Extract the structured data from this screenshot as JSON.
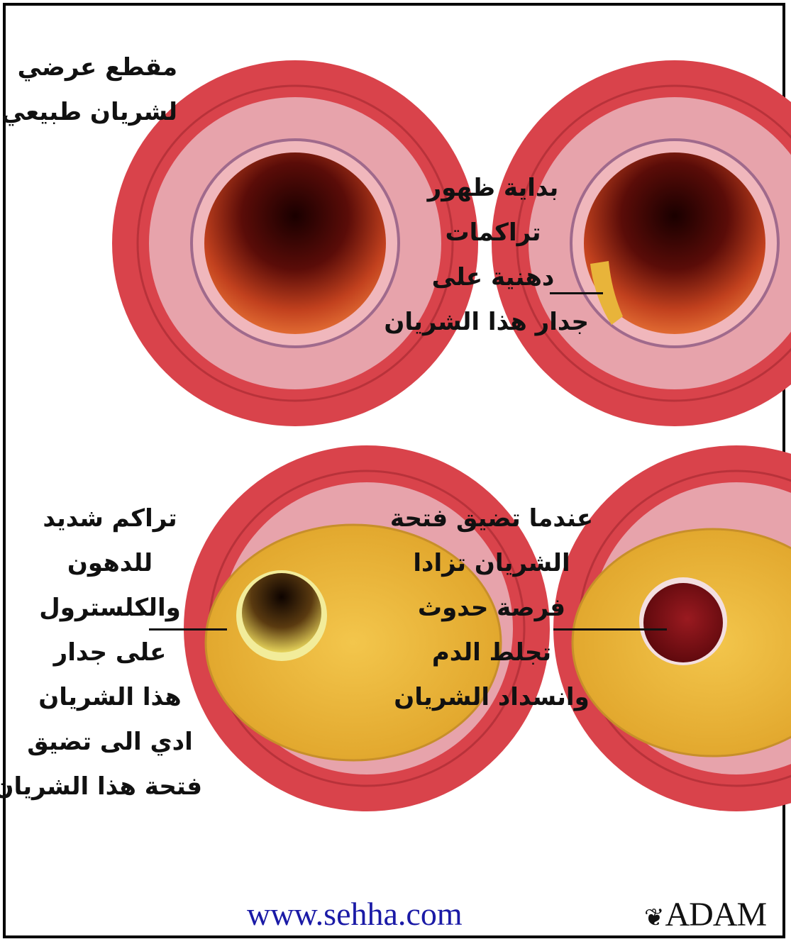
{
  "panels": {
    "normal": {
      "lines": [
        "مقطع عرضي",
        "لشريان طبيعي"
      ]
    },
    "early": {
      "lines": [
        "بداية ظهور",
        "تراكمات",
        "دهنية على",
        "جدار هذا الشريان"
      ]
    },
    "severe": {
      "lines": [
        "تراكم شديد",
        "للدهون",
        "والكلسترول",
        "على جدار",
        "هذا الشريان",
        "ادي الى  تضيق",
        "فتحة هذا الشريان"
      ]
    },
    "clot": {
      "lines": [
        "عندما تضيق فتحة",
        "الشريان تزادا",
        "فرصة حدوث",
        "تجلط الدم",
        "وانسداد الشريان"
      ]
    }
  },
  "footer": {
    "url": "www.sehha.com",
    "logo": "ADAM"
  },
  "colors": {
    "outer_wall": "#d9434b",
    "middle_wall": "#e7a3ab",
    "plaque": "#e8b43a",
    "clot": "#7a0c12",
    "url_text": "#1a1aa6"
  }
}
